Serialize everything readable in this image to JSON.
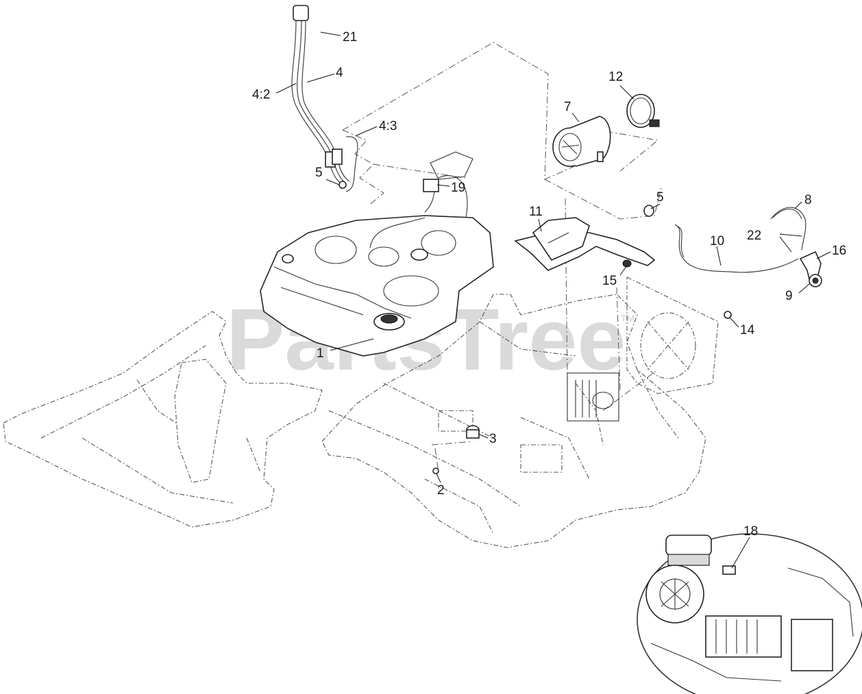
{
  "watermark": {
    "text": "PartsTree",
    "tm": "TM"
  },
  "callouts": [
    {
      "id": "c21",
      "text": "21"
    },
    {
      "id": "c4",
      "text": "4"
    },
    {
      "id": "c4-2",
      "text": "4:2"
    },
    {
      "id": "c4-3",
      "text": "4:3"
    },
    {
      "id": "c12",
      "text": "12"
    },
    {
      "id": "c7",
      "text": "7"
    },
    {
      "id": "c5a",
      "text": "5"
    },
    {
      "id": "c19",
      "text": "19"
    },
    {
      "id": "c5b",
      "text": "5"
    },
    {
      "id": "c11",
      "text": "11"
    },
    {
      "id": "c8",
      "text": "8"
    },
    {
      "id": "c22",
      "text": "22"
    },
    {
      "id": "c10",
      "text": "10"
    },
    {
      "id": "c16",
      "text": "16"
    },
    {
      "id": "c15",
      "text": "15"
    },
    {
      "id": "c9",
      "text": "9"
    },
    {
      "id": "c14",
      "text": "14"
    },
    {
      "id": "c1",
      "text": "1"
    },
    {
      "id": "c3",
      "text": "3"
    },
    {
      "id": "c2",
      "text": "2"
    },
    {
      "id": "c18",
      "text": "18"
    }
  ]
}
